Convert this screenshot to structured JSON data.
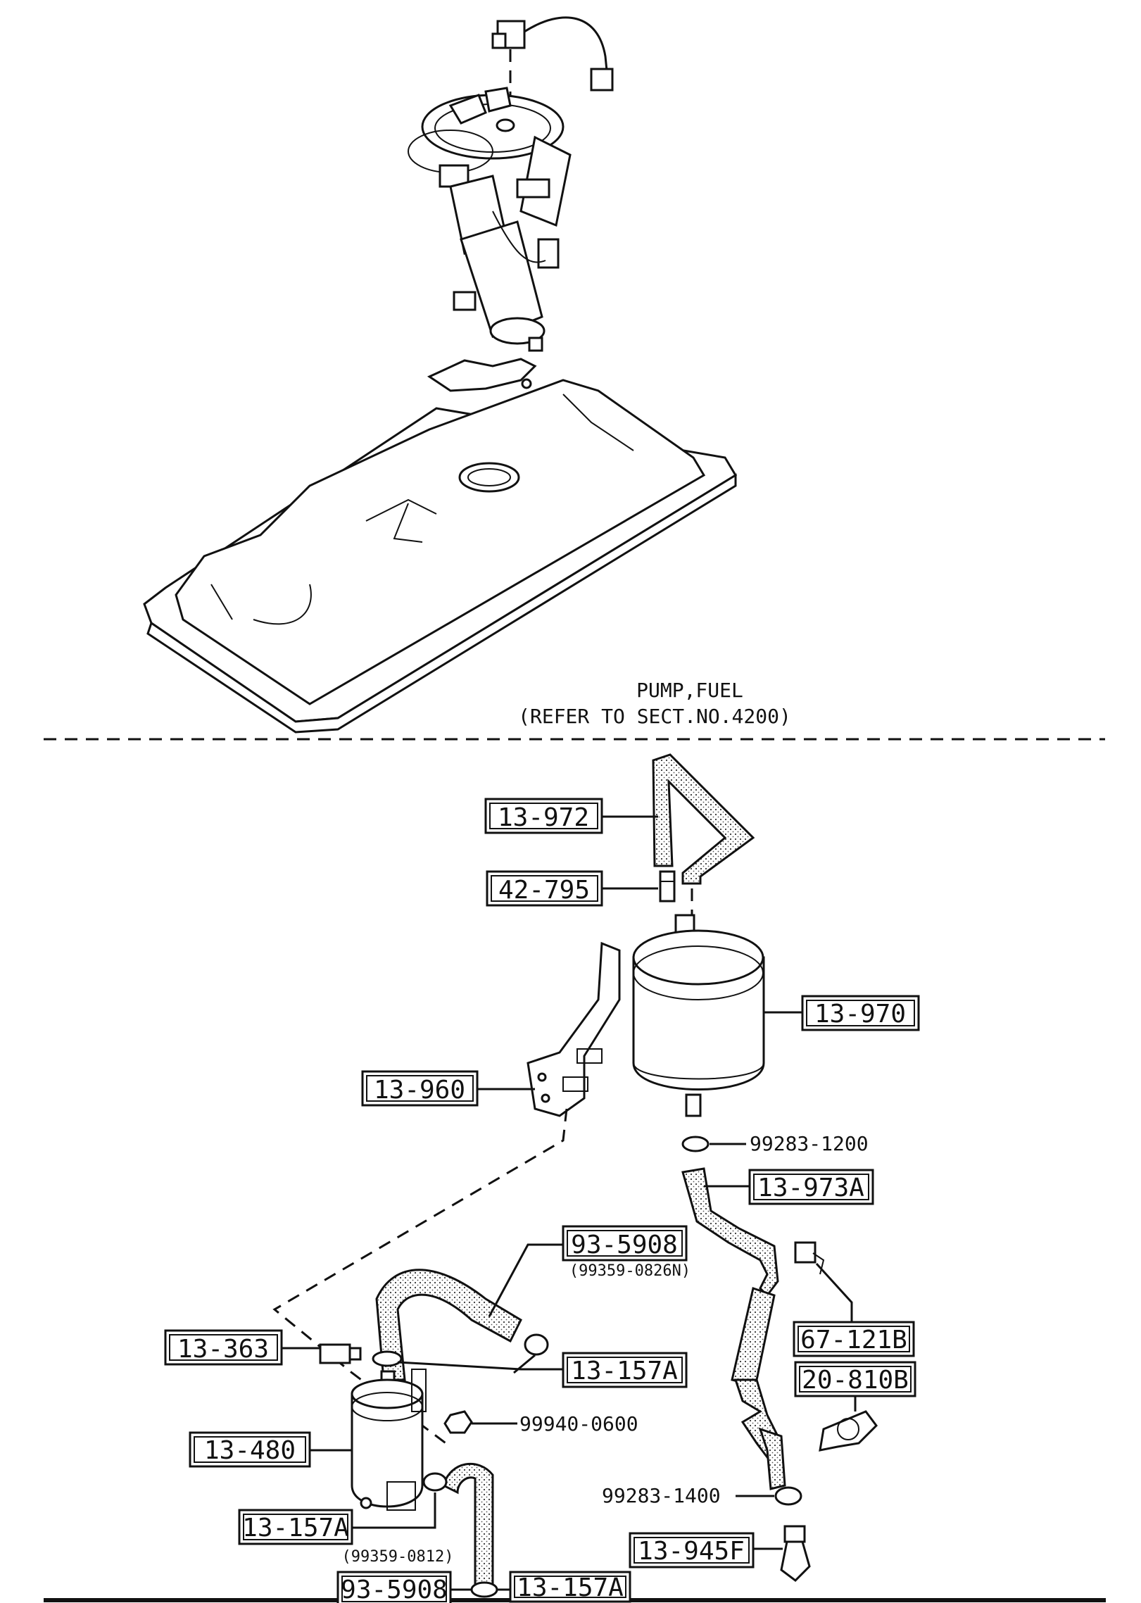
{
  "header": {
    "title": "PUMP,FUEL",
    "subtitle": "(REFER TO SECT.NO.4200)"
  },
  "part_labels": {
    "p13_972": "13-972",
    "p42_795": "42-795",
    "p13_970": "13-970",
    "p13_960": "13-960",
    "p13_973A": "13-973A",
    "p93_5908_top": "93-5908",
    "p93_5908_top_alt": "(99359-0826N)",
    "p67_121B": "67-121B",
    "p20_810B": "20-810B",
    "p13_363": "13-363",
    "p13_157A_mid": "13-157A",
    "p13_480": "13-480",
    "p13_157A_low": "13-157A",
    "p93_5908_low_alt": "(99359-0812)",
    "p93_5908_low": "93-5908",
    "p13_157A_bottom": "13-157A",
    "p13_945F": "13-945F"
  },
  "plain_labels": {
    "p99283_1200": "99283-1200",
    "p99940_0600": "99940-0600",
    "p99283_1400": "99283-1400"
  }
}
